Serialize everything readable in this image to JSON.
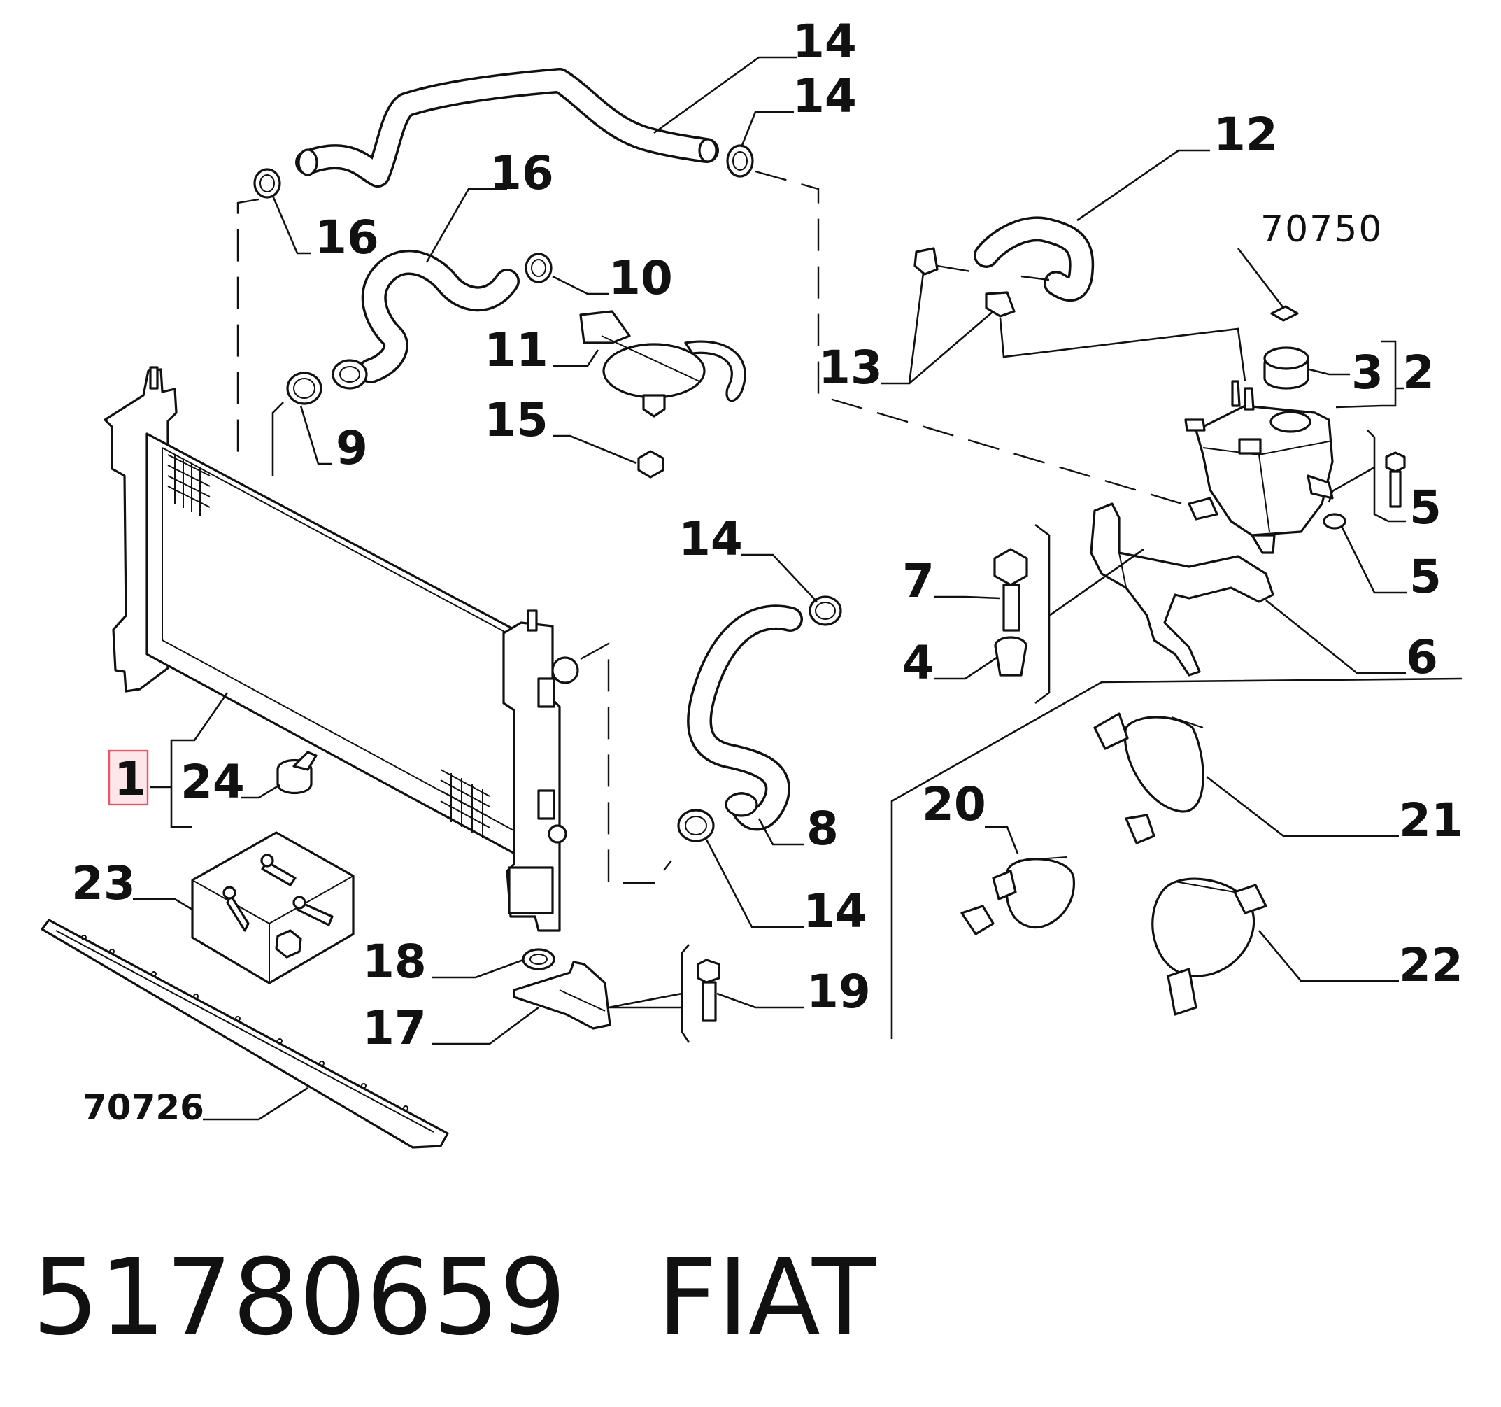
{
  "diagram": {
    "highlighted_label": "1",
    "labels": [
      {
        "id": "lbl-1",
        "text": "1"
      },
      {
        "id": "lbl-24",
        "text": "24"
      },
      {
        "id": "lbl-23",
        "text": "23"
      },
      {
        "id": "lbl-70726",
        "text": "70726"
      },
      {
        "id": "lbl-18",
        "text": "18"
      },
      {
        "id": "lbl-17",
        "text": "17"
      },
      {
        "id": "lbl-19",
        "text": "19"
      },
      {
        "id": "lbl-8",
        "text": "8"
      },
      {
        "id": "lbl-14-a",
        "text": "14"
      },
      {
        "id": "lbl-14-b",
        "text": "14"
      },
      {
        "id": "lbl-14-c",
        "text": "14"
      },
      {
        "id": "lbl-14-d",
        "text": "14"
      },
      {
        "id": "lbl-16-a",
        "text": "16"
      },
      {
        "id": "lbl-16-b",
        "text": "16"
      },
      {
        "id": "lbl-10",
        "text": "10"
      },
      {
        "id": "lbl-9",
        "text": "9"
      },
      {
        "id": "lbl-11",
        "text": "11"
      },
      {
        "id": "lbl-15",
        "text": "15"
      },
      {
        "id": "lbl-12",
        "text": "12"
      },
      {
        "id": "lbl-13",
        "text": "13"
      },
      {
        "id": "lbl-70750",
        "text": "70750"
      },
      {
        "id": "lbl-3",
        "text": "3"
      },
      {
        "id": "lbl-2",
        "text": "2"
      },
      {
        "id": "lbl-5-a",
        "text": "5"
      },
      {
        "id": "lbl-5-b",
        "text": "5"
      },
      {
        "id": "lbl-6",
        "text": "6"
      },
      {
        "id": "lbl-7",
        "text": "7"
      },
      {
        "id": "lbl-4",
        "text": "4"
      },
      {
        "id": "lbl-20",
        "text": "20"
      },
      {
        "id": "lbl-21",
        "text": "21"
      },
      {
        "id": "lbl-22",
        "text": "22"
      }
    ]
  },
  "caption": {
    "part_number": "51780659",
    "brand": "FIAT"
  }
}
